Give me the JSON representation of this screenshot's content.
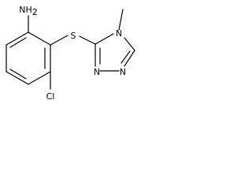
{
  "molecule": {
    "labels": {
      "amine_n": "N",
      "amine_h": "H",
      "amine_h_count": "2",
      "sulfur": "S",
      "chlorine": "Cl",
      "triazole_n4": "N",
      "triazole_n2": "N",
      "triazole_n1": "N"
    }
  }
}
